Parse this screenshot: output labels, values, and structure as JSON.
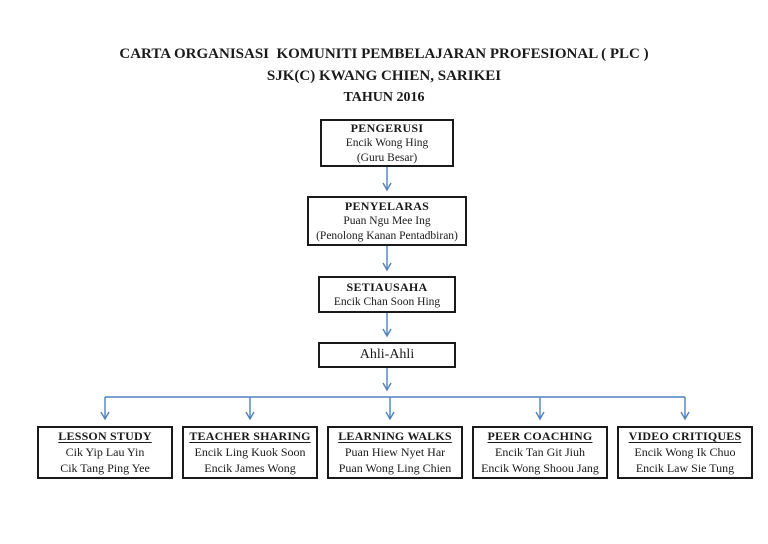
{
  "title": {
    "line1": "CARTA ORGANISASI  KOMUNITI PEMBELAJARAN PROFESIONAL ( PLC )",
    "line2": "SJK(C) KWANG CHIEN, SARIKEI",
    "line3": "TAHUN 2016"
  },
  "chain": [
    {
      "role": "PENGERUSI",
      "name": "Encik Wong Hing",
      "note": "(Guru Besar)"
    },
    {
      "role": "PENYELARAS",
      "name": "Puan Ngu Mee Ing",
      "note": "(Penolong Kanan Pentadbiran)"
    },
    {
      "role": "SETIAUSAHA",
      "name": "Encik Chan Soon Hing"
    },
    {
      "role": "Ahli-Ahli"
    }
  ],
  "teams": [
    {
      "title": "LESSON STUDY",
      "member1": "Cik Yip Lau Yin",
      "member2": "Cik Tang Ping Yee"
    },
    {
      "title": "TEACHER SHARING",
      "member1": "Encik Ling Kuok Soon",
      "member2": "Encik James Wong"
    },
    {
      "title": "LEARNING WALKS",
      "member1": "Puan Hiew Nyet Har",
      "member2": "Puan Wong Ling Chien"
    },
    {
      "title": "PEER COACHING",
      "member1": "Encik Tan Git Jiuh",
      "member2": "Encik Wong Shoou Jang"
    },
    {
      "title": "VIDEO CRITIQUES",
      "member1": "Encik Wong Ik Chuo",
      "member2": "Encik Law Sie Tung"
    }
  ],
  "colors": {
    "connector": "#4f81bd",
    "box_border": "#1a1a1a",
    "text": "#1a1a1a"
  }
}
